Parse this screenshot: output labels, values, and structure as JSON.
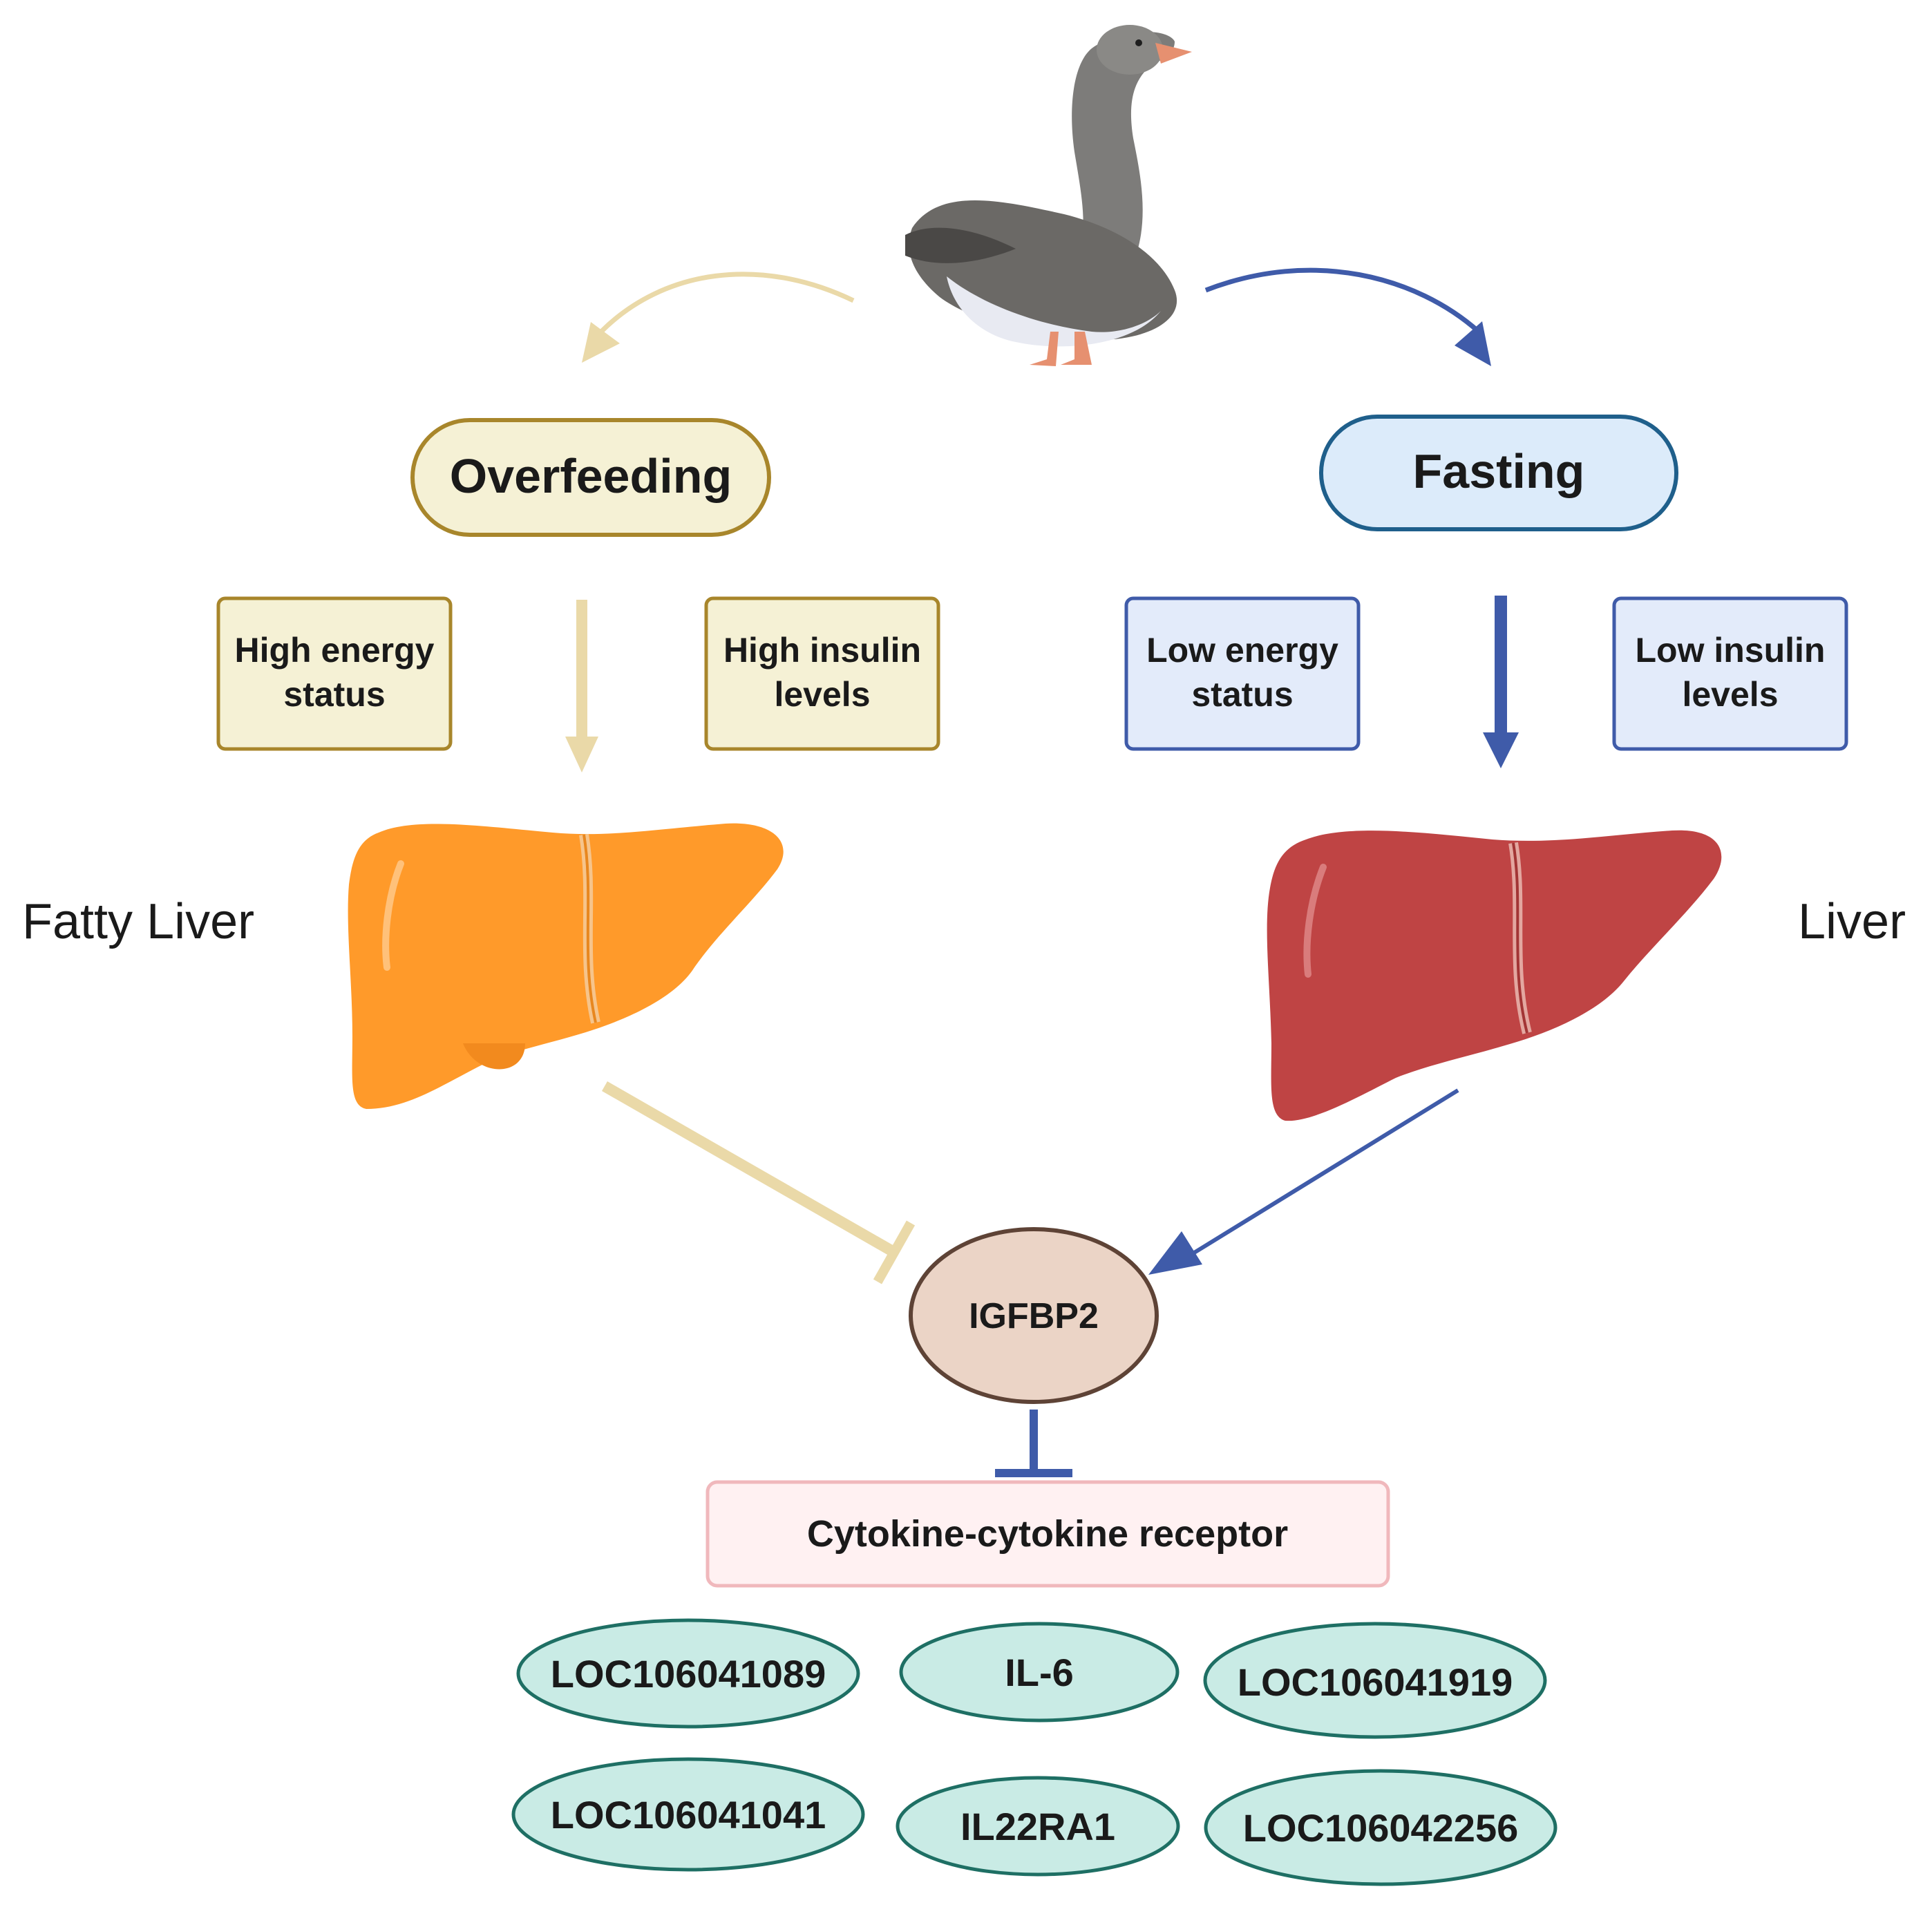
{
  "diagram": {
    "branches": {
      "overfeeding": {
        "label": "Overfeeding",
        "condition_1": [
          "High energy",
          "status"
        ],
        "condition_2": [
          "High insulin",
          "levels"
        ],
        "organ_label": "Fatty Liver",
        "effect_on_igfbp2": "inhibition",
        "color": "#EAD9A8"
      },
      "fasting": {
        "label": "Fasting",
        "condition_1": [
          "Low energy",
          "status"
        ],
        "condition_2": [
          "Low insulin",
          "levels"
        ],
        "organ_label": "Liver",
        "effect_on_igfbp2": "activation",
        "color": "#3F5BA9"
      }
    },
    "center_node": "IGFBP2",
    "pathway": "Cytokine-cytokine receptor",
    "genes": [
      "LOC106041089",
      "IL-6",
      "LOC106041919",
      "LOC106041041",
      "IL22RA1",
      "LOC106042256"
    ],
    "colors": {
      "overfeeding_box_fill": "#F5F1D5",
      "overfeeding_border": "#A8862B",
      "fasting_box_fill": "#DCEBFA",
      "fasting_border": "#1F5F8B",
      "fatty_liver": "#FF9A2A",
      "normal_liver": "#BF4444",
      "igfbp2_fill": "#EBD4C6",
      "igfbp2_border": "#5E4336",
      "pathway_fill": "#FFF1F2",
      "pathway_border": "#F0B8BC",
      "gene_fill": "#C9EBE5",
      "gene_border": "#1E6F64"
    }
  }
}
